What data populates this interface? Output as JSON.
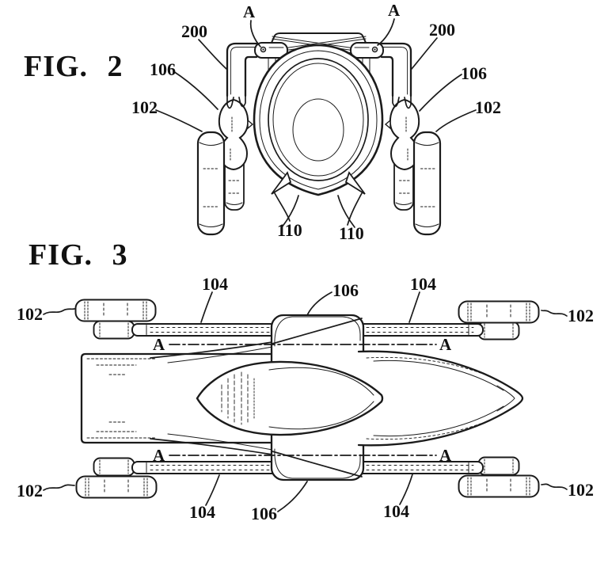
{
  "colors": {
    "background": "#ffffff",
    "ink": "#1b1b1b",
    "label": "#111111"
  },
  "fig2": {
    "title": "FIG. 2",
    "section_marker": "A",
    "ref_arm": "200",
    "ref_bracket": "106",
    "ref_wheel": "102",
    "ref_fin": "110"
  },
  "fig3": {
    "title": "FIG. 3",
    "section_marker": "A",
    "ref_wheel": "102",
    "ref_axle_bar": "104",
    "ref_mount": "106"
  }
}
